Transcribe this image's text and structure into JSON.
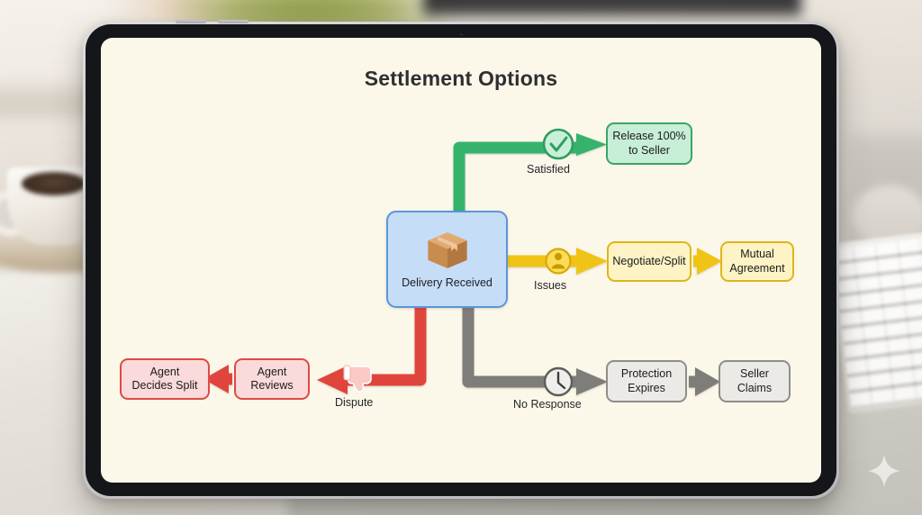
{
  "scene": {
    "device": "tablet",
    "background_objects": [
      "coffee-cup",
      "saucer",
      "keyboard",
      "monitor",
      "plant",
      "desk"
    ],
    "sparkle_icon": "sparkle-icon"
  },
  "diagram": {
    "title": "Settlement Options",
    "canvas_color": "#fbf7e9",
    "type": "flowchart",
    "center_node": {
      "label": "Delivery Received",
      "icon": "package-box-icon",
      "fill": "#c6ddf7",
      "border": "#5c96d8"
    },
    "branches": [
      {
        "key": "satisfied",
        "edge_label": "Satisfied",
        "edge_icon": "check-circle-icon",
        "color": "#35b36d",
        "direction": "up-right",
        "nodes": [
          {
            "label": "Release 100%\nto Seller",
            "fill": "#c7eed6",
            "border": "#3da36a"
          }
        ]
      },
      {
        "key": "issues",
        "edge_label": "Issues",
        "edge_icon": "person-icon",
        "color": "#f0c419",
        "direction": "right",
        "nodes": [
          {
            "label": "Negotiate/Split",
            "fill": "#fdf3c4",
            "border": "#e0b517"
          },
          {
            "label": "Mutual\nAgreement",
            "fill": "#fdf3c4",
            "border": "#e0b517"
          }
        ]
      },
      {
        "key": "no_response",
        "edge_label": "No Response",
        "edge_icon": "clock-icon",
        "color": "#7e7d79",
        "direction": "down-right",
        "nodes": [
          {
            "label": "Protection\nExpires",
            "fill": "#eceae6",
            "border": "#8e8d89"
          },
          {
            "label": "Seller\nClaims",
            "fill": "#eceae6",
            "border": "#8e8d89"
          }
        ]
      },
      {
        "key": "dispute",
        "edge_label": "Dispute",
        "edge_icon": "thumbs-down-icon",
        "color": "#e0443c",
        "direction": "down-left",
        "nodes": [
          {
            "label": "Agent\nReviews",
            "fill": "#fadada",
            "border": "#de4a44"
          },
          {
            "label": "Agent\nDecides Split",
            "fill": "#fadada",
            "border": "#de4a44"
          }
        ]
      }
    ]
  }
}
